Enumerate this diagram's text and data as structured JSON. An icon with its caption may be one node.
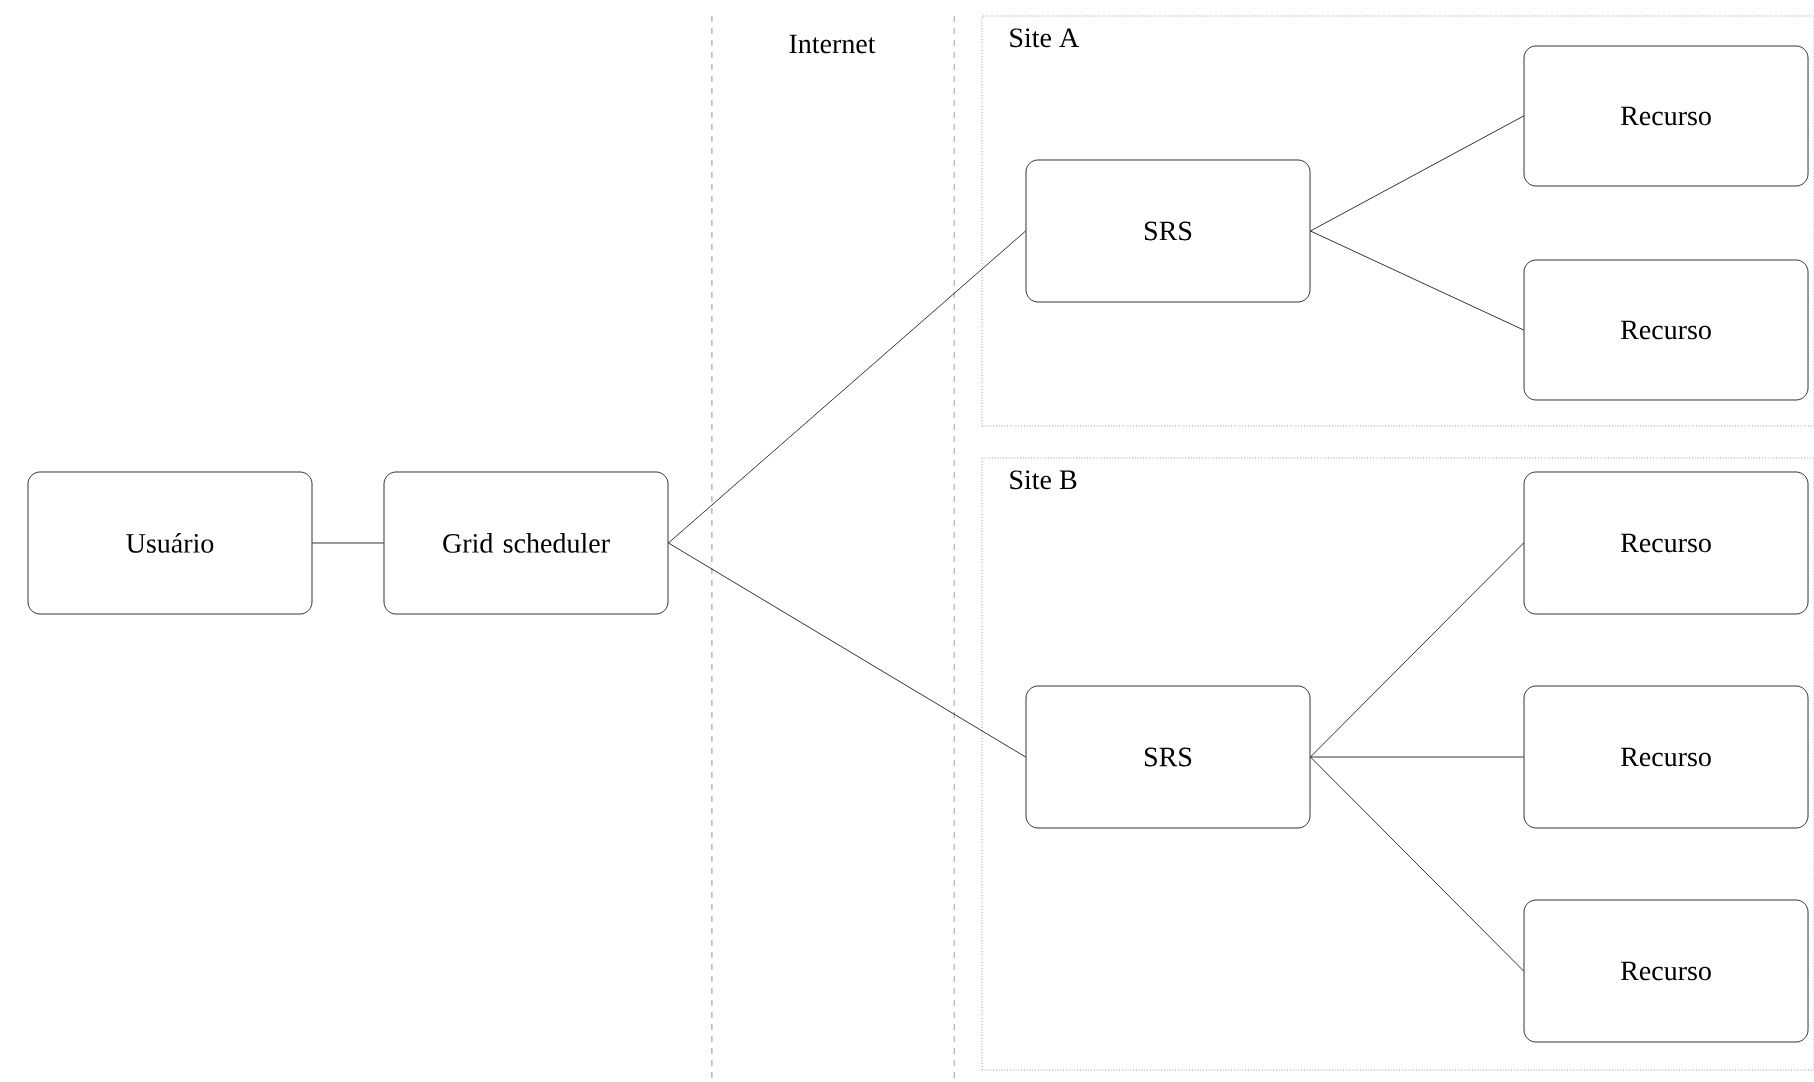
{
  "diagram": {
    "nodes": [
      {
        "text": [
          "Usuário"
        ]
      },
      {
        "text": [
          "Grid scheduler"
        ]
      },
      {
        "text": [
          "Site A"
        ]
      },
      {
        "text": [
          "SRS"
        ],
        "in": 2
      },
      {
        "text": [
          "Recurso"
        ],
        "in": 2
      },
      {
        "text": [
          "Recurso"
        ],
        "in": 2
      },
      {
        "text": [
          "Site B"
        ]
      },
      {
        "text": [
          "SRS"
        ],
        "in": 6
      },
      {
        "text": [
          "Recurso"
        ],
        "in": 6
      },
      {
        "text": [
          "Recurso"
        ],
        "in": 6
      },
      {
        "text": [
          "Recurso"
        ],
        "in": 6
      }
    ],
    "edges": [
      {
        "from": 0,
        "to": 1,
        "arrow": "none"
      },
      {
        "from": 1,
        "to": 3,
        "arrow": "none"
      },
      {
        "from": 1,
        "to": 7,
        "arrow": "none"
      },
      {
        "from": 3,
        "to": 4,
        "arrow": "none"
      },
      {
        "from": 3,
        "to": 5,
        "arrow": "none"
      },
      {
        "from": 7,
        "to": 8,
        "arrow": "none"
      },
      {
        "from": 7,
        "to": 9,
        "arrow": "none"
      },
      {
        "from": 7,
        "to": 10,
        "arrow": "none"
      }
    ],
    "labels": [
      "Internet"
    ]
  }
}
